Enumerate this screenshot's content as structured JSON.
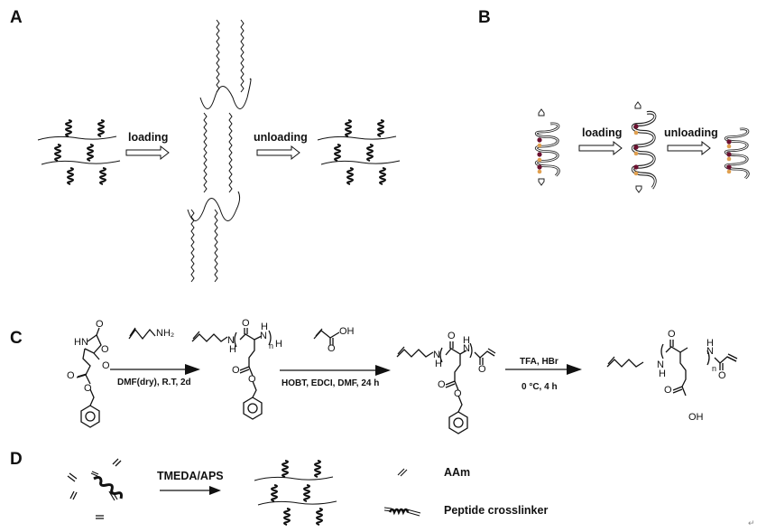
{
  "panels": {
    "a": {
      "label": "A",
      "step1": "loading",
      "step2": "unloading"
    },
    "b": {
      "label": "B",
      "step1": "loading",
      "step2": "unloading",
      "colors": {
        "helix_stroke": "#222222",
        "dot_dark": "#6b1030",
        "dot_light": "#e0a050"
      }
    },
    "c": {
      "label": "C",
      "step1_reagent": "NH₂",
      "step1_conditions": "DMF(dry), R.T, 2d",
      "step2_reagent": "OH",
      "step2_conditions": "HOBT, EDCI, DMF, 24 h",
      "step3_reagent": "TFA, HBr",
      "step3_conditions": "0 °C, 4 h",
      "atoms": {
        "hn": "HN",
        "o": "O",
        "h": "H",
        "n": "N",
        "nh": "N",
        "sub_n": "n",
        "oh": "OH"
      }
    },
    "d": {
      "label": "D",
      "conditions": "TMEDA/APS",
      "legend": [
        {
          "icon": "aam-icon",
          "label": "AAm"
        },
        {
          "icon": "peptide-crosslinker-icon",
          "label": "Peptide crosslinker"
        }
      ]
    }
  },
  "footer_mark": "↵"
}
